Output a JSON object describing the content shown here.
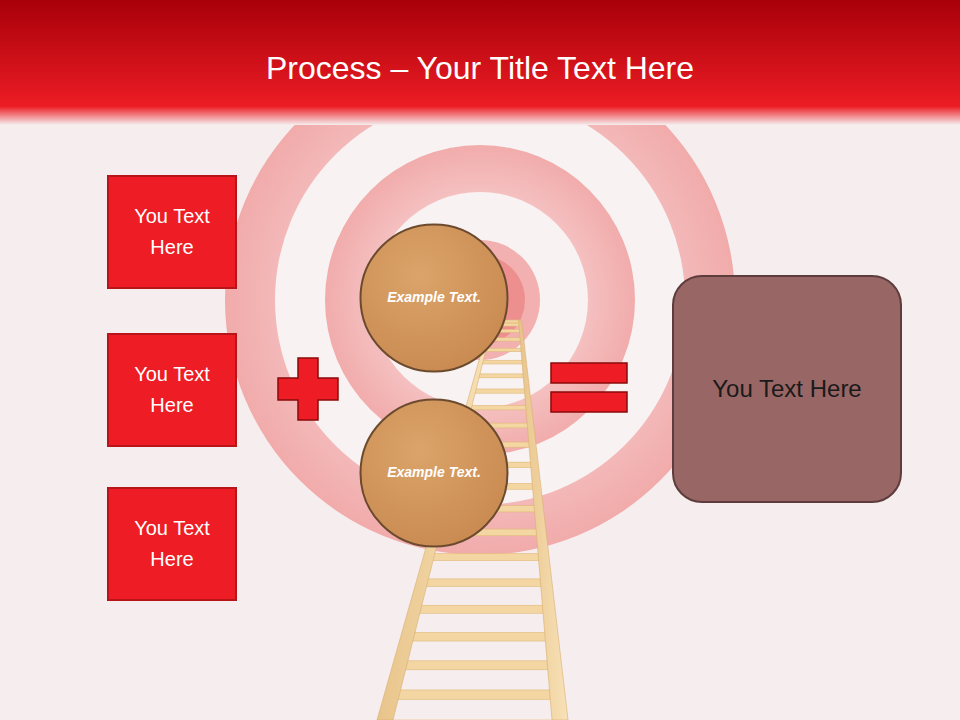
{
  "diagram": {
    "title": "Process – Your Title Text Here",
    "nodes": [
      {
        "text": [
          "You Text Here"
        ]
      },
      {
        "text": [
          "You Text Here"
        ]
      },
      {
        "text": [
          "You Text Here"
        ]
      },
      {
        "text": [
          "Example Text."
        ]
      },
      {
        "text": [
          "Example Text."
        ]
      },
      {
        "text": [
          "You Text Here"
        ]
      }
    ],
    "edges": []
  }
}
